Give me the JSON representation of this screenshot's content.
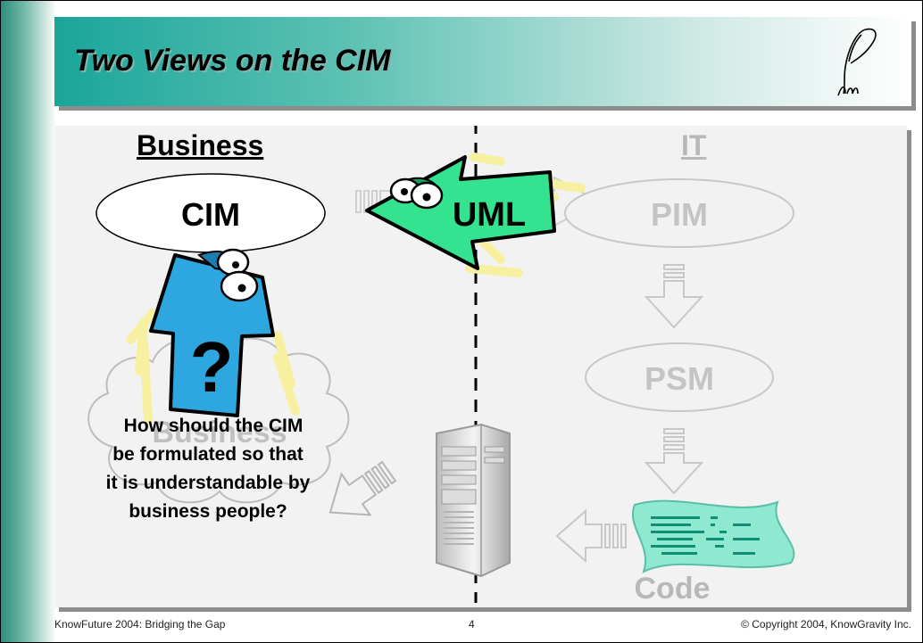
{
  "slide": {
    "title": "Two Views on the CIM",
    "business_heading": "Business",
    "it_heading": "IT",
    "nodes": {
      "cim": "CIM",
      "pim": "PIM",
      "psm": "PSM",
      "code": "Code",
      "business_cloud": "Business"
    },
    "arrow_labels": {
      "uml": "UML",
      "question": "?"
    },
    "question_text": [
      "How should the CIM",
      "be formulated so that",
      "it is understandable by",
      "business people?"
    ]
  },
  "footer": {
    "left": "KnowFuture 2004: Bridging the Gap",
    "page_number": "4",
    "right": "© Copyright 2004, KnowGravity Inc."
  }
}
